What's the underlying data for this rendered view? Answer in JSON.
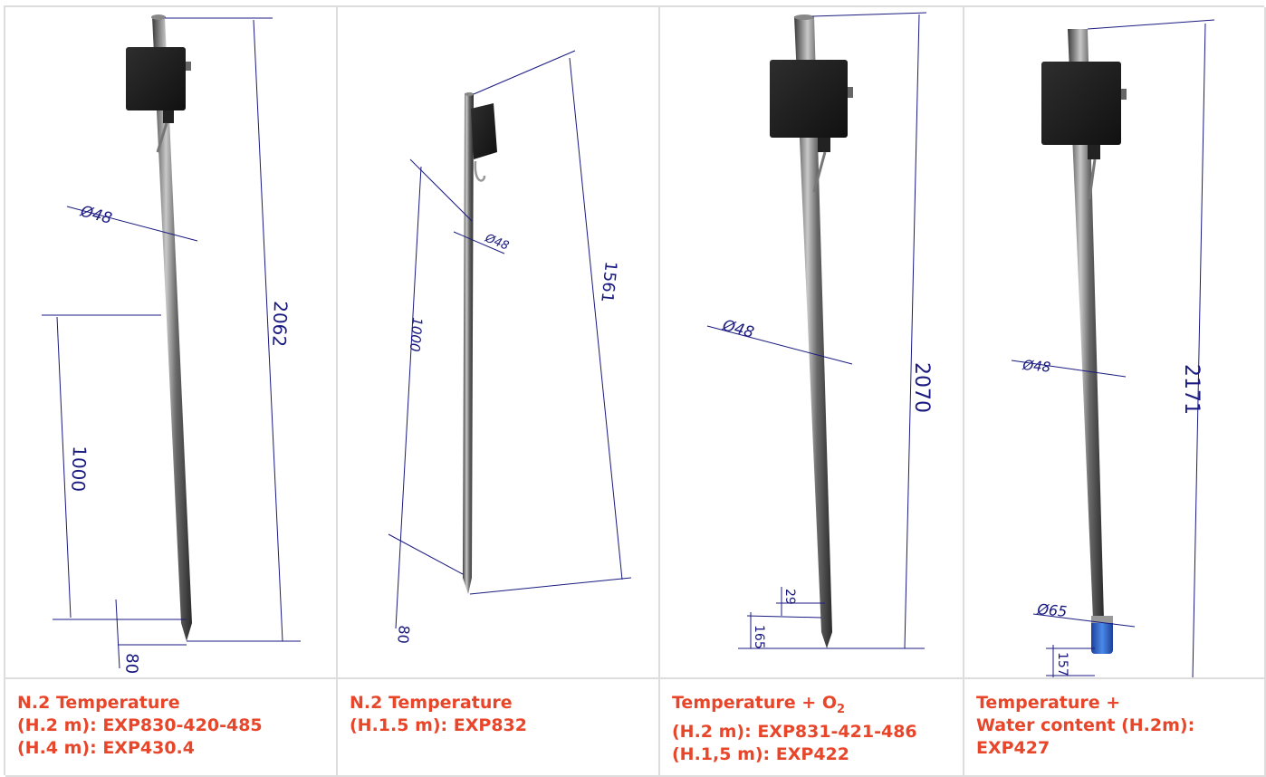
{
  "products": [
    {
      "caption_lines": [
        "N.2 Temperature",
        "(H.2 m): EXP830-420-485",
        "(H.4 m): EXP430.4"
      ],
      "dimensions": {
        "diameter": "Ø48",
        "total": "2062",
        "depth": "1000",
        "tip": "80"
      }
    },
    {
      "caption_lines": [
        "N.2 Temperature",
        "(H.1.5 m): EXP832"
      ],
      "dimensions": {
        "diameter": "Ø48",
        "total": "1561",
        "depth": "1000",
        "tip": "80"
      }
    },
    {
      "caption_lines": [
        "(H.2 m): EXP831-421-486",
        "(H.1,5 m): EXP422"
      ],
      "caption_title": {
        "prefix": "Temperature + O",
        "subscript": "2"
      },
      "dimensions": {
        "diameter": "Ø48",
        "total": "2070",
        "small1": "29",
        "small2": "165"
      }
    },
    {
      "caption_lines": [
        "Temperature +",
        "Water content (H.2m):",
        "EXP427"
      ],
      "dimensions": {
        "diameter": "Ø48",
        "total": "2171",
        "sensor_diameter": "Ø65",
        "sensor_height": "157"
      }
    }
  ],
  "colors": {
    "caption": "#e8462a",
    "dimension": "#1a1a80",
    "grid": "#dddddd"
  }
}
